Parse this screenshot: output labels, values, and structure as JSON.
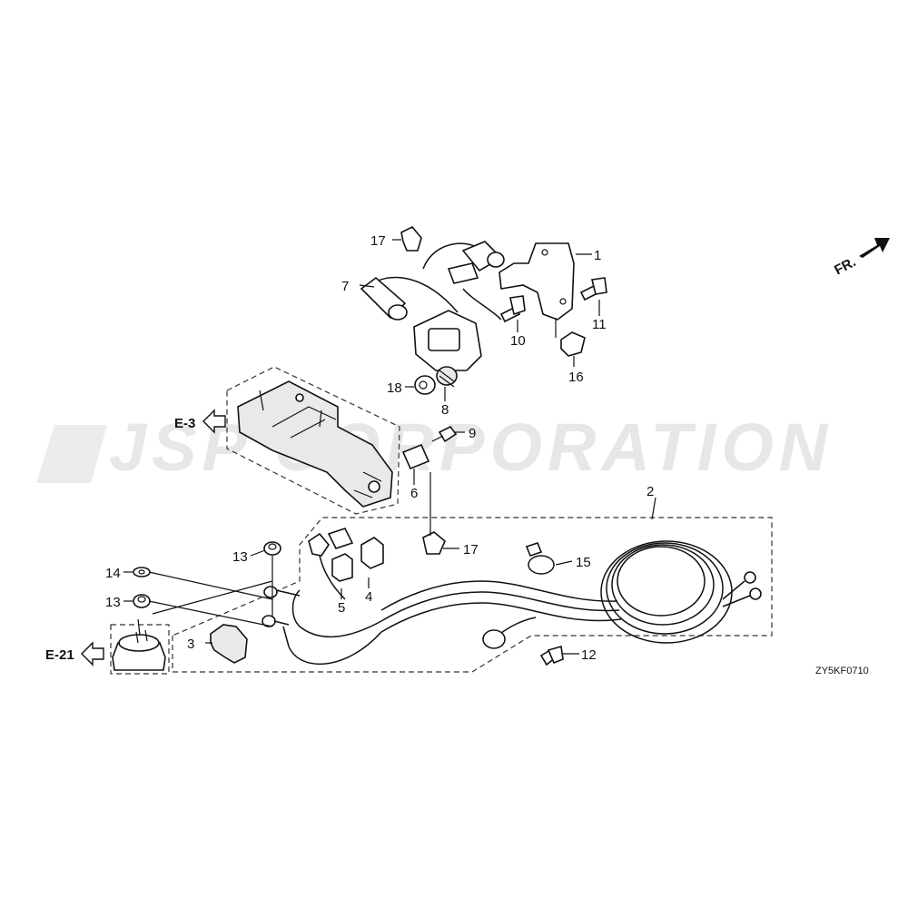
{
  "watermark": "JSP CORPORATION",
  "direction_label": "FR.",
  "diagram_code": "ZY5KF0710",
  "references": {
    "e3": "E-3",
    "e21": "E-21"
  },
  "callouts": {
    "c1": "1",
    "c2": "2",
    "c3": "3",
    "c4": "4",
    "c5": "5",
    "c6": "6",
    "c7": "7",
    "c8": "8",
    "c9": "9",
    "c10": "10",
    "c11": "11",
    "c12": "12",
    "c13a": "13",
    "c13b": "13",
    "c14": "14",
    "c15": "15",
    "c16": "16",
    "c17a": "17",
    "c17b": "17",
    "c18": "18"
  }
}
